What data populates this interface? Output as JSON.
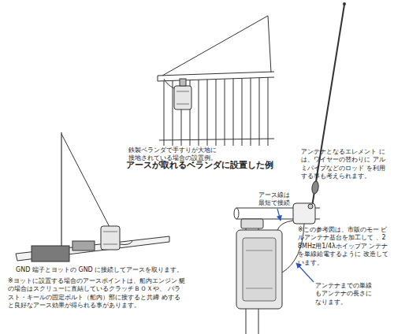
{
  "diagram": {
    "labels": [
      "鉄製ベランダで手すりが大地に 接地されている場合の設置例。",
      "アースが取れるベランダに設置した例",
      "アンテナとなるエレメント には、ワイヤーの替わりに アルミパイプなどのロッド を利用する事も考えられます。",
      "アース線は 最短で接続",
      "※この参考図は、市販のモー ビルアンテナ基台を加工して 、28MHz用1/4λホイップア ンテナを単線給電するように 改造しています。",
      "アンテナまでの単線 もアンテナの長さに なります。",
      "GND 端子とヨットの GND に接続してアースを取ります。",
      "※ヨットに設置する場合のアースポイントは、船内エンジン 艇の場合はスクリューに直結しているクラッチＢＯＸや、 バラスト・キールの固定ボルト（船内）部に接すると共締 めすると良好なアース効果が得られる事があります。"
    ]
  }
}
